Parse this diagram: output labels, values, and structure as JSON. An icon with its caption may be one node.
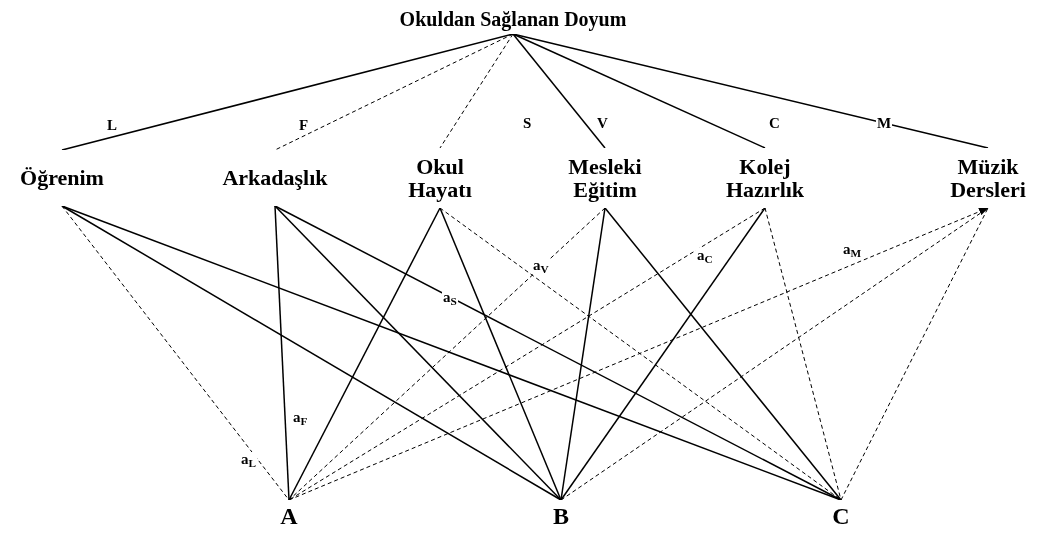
{
  "diagram": {
    "nodes": [
      {
        "text": [
          "Okuldan Sağlanan Doyum"
        ]
      },
      {
        "text": [
          "Öğrenim"
        ]
      },
      {
        "text": [
          "Arkadaşlık"
        ]
      },
      {
        "text": [
          "Okul Hayatı"
        ]
      },
      {
        "text": [
          "Mesleki Eğitim"
        ]
      },
      {
        "text": [
          "Kolej Hazırlık"
        ]
      },
      {
        "text": [
          "Müzik Dersleri"
        ]
      },
      {
        "text": [
          "A"
        ]
      },
      {
        "text": [
          "B"
        ]
      },
      {
        "text": [
          "C"
        ]
      }
    ],
    "edges": [
      {
        "from": 0,
        "to": 1,
        "arrow": "none"
      },
      {
        "from": 0,
        "to": 2,
        "arrow": "none",
        "style": "dashed"
      },
      {
        "from": 0,
        "to": 3,
        "arrow": "none",
        "style": "dashed"
      },
      {
        "from": 0,
        "to": 4,
        "arrow": "none"
      },
      {
        "from": 0,
        "to": 5,
        "arrow": "none"
      },
      {
        "from": 0,
        "to": 6,
        "arrow": "none"
      },
      {
        "from": 1,
        "to": 7,
        "arrow": "none",
        "style": "dashed"
      },
      {
        "from": 1,
        "to": 8,
        "arrow": "none"
      },
      {
        "from": 1,
        "to": 9,
        "arrow": "none"
      },
      {
        "from": 2,
        "to": 7,
        "arrow": "none"
      },
      {
        "from": 2,
        "to": 8,
        "arrow": "none"
      },
      {
        "from": 2,
        "to": 9,
        "arrow": "none"
      },
      {
        "from": 3,
        "to": 7,
        "arrow": "none"
      },
      {
        "from": 3,
        "to": 8,
        "arrow": "none"
      },
      {
        "from": 3,
        "to": 9,
        "arrow": "none",
        "style": "dashed"
      },
      {
        "from": 4,
        "to": 7,
        "arrow": "none",
        "style": "dashed"
      },
      {
        "from": 4,
        "to": 8,
        "arrow": "none"
      },
      {
        "from": 4,
        "to": 9,
        "arrow": "none"
      },
      {
        "from": 5,
        "to": 7,
        "arrow": "none",
        "style": "dashed"
      },
      {
        "from": 5,
        "to": 8,
        "arrow": "none"
      },
      {
        "from": 5,
        "to": 9,
        "arrow": "none",
        "style": "dashed"
      },
      {
        "from": 7,
        "to": 6,
        "arrow": "to",
        "style": "dashed"
      },
      {
        "from": 8,
        "to": 6,
        "arrow": "none",
        "style": "dashed"
      },
      {
        "from": 9,
        "to": 6,
        "arrow": "none",
        "style": "dashed"
      }
    ],
    "labels": [
      "L",
      "F",
      "S",
      "V",
      "C",
      "M",
      "a$_{L}$",
      "a$_{F}$",
      "a$_{S}$",
      "a$_{V}$",
      "a$_{C}$",
      "a$_{M}$"
    ]
  }
}
